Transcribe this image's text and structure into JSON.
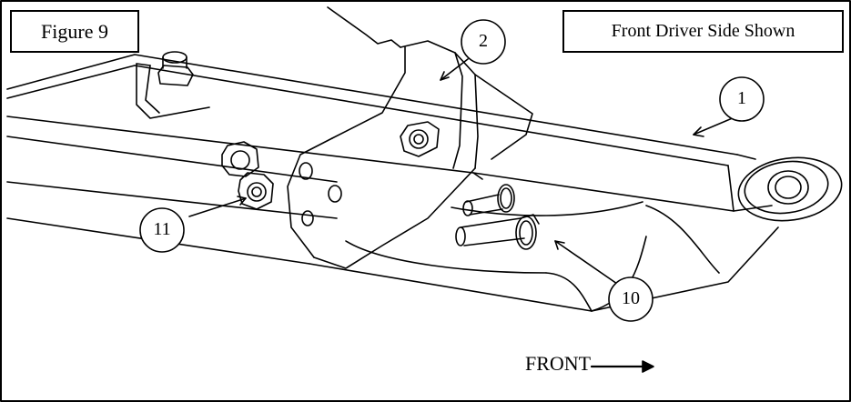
{
  "figure_label": "Figure 9",
  "view_title": "Front Driver Side Shown",
  "direction_label": "FRONT",
  "callouts": [
    "1",
    "2",
    "10",
    "11"
  ],
  "colors": {
    "line": "#000000",
    "background": "#ffffff"
  }
}
